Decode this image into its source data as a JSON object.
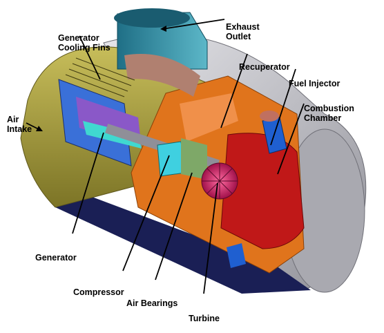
{
  "labels": {
    "exhaust_outlet": [
      "Exhaust",
      "Outlet"
    ],
    "generator_cooling_fins": [
      "Generator",
      "Cooling Fins"
    ],
    "recuperator": "Recuperator",
    "fuel_injector": "Fuel Injector",
    "combustion_chamber": [
      "Combustion",
      "Chamber"
    ],
    "air_intake": [
      "Air",
      "Intake"
    ],
    "generator": "Generator",
    "compressor": "Compressor",
    "air_bearings": "Air Bearings",
    "turbine": "Turbine"
  },
  "colors": {
    "casing_gray": "#bfbfc4",
    "intake_olive": "#a39a3c",
    "exhaust_teal": "#2f8aa0",
    "recuperator_orange": "#e0741c",
    "combustor_red": "#c01818",
    "turbine_magenta": "#d02060",
    "base_navy": "#1a1f55",
    "injector_blue": "#1f5fd0",
    "generator_cyan": "#40d8d0",
    "generator_purple": "#8a58c8"
  }
}
